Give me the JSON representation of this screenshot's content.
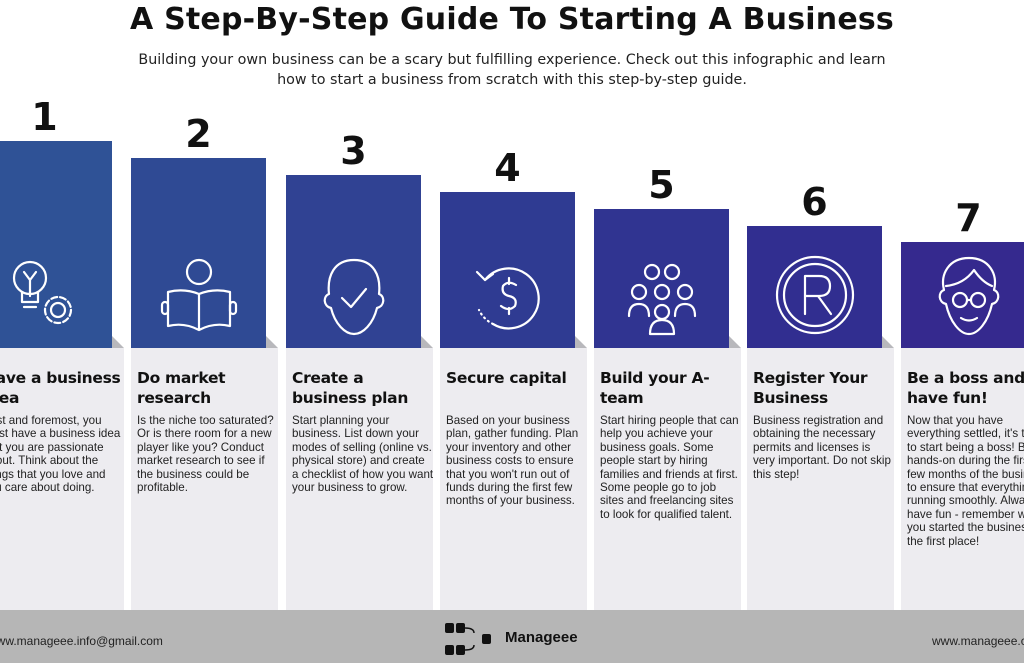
{
  "title": "A Step-By-Step Guide To Starting A Business",
  "subtitle": "Building your own business can be a scary but fulfilling experience. Check out this infographic and learn how to start a business from scratch with this step-by-step guide.",
  "steps": [
    {
      "number": "1",
      "heading": "Have a business idea",
      "body": "First and foremost, you must have a business idea that you are passionate about. Think about the things that you love and you care about doing.",
      "icon": "lightbulb-gear-icon",
      "color": "#2f5296"
    },
    {
      "number": "2",
      "heading": "Do market research",
      "body": "Is the niche too saturated? Or is there room for a new player like you? Conduct market research to see if the business could be profitable.",
      "icon": "reading-person-icon",
      "color": "#2f4a94"
    },
    {
      "number": "3",
      "heading": "Create a business plan",
      "body": "Start planning your business. List down your modes of selling (online vs. physical store) and create a checklist of how you want your business to grow.",
      "icon": "head-check-icon",
      "color": "#304293"
    },
    {
      "number": "4",
      "heading": "Secure capital",
      "body": "Based on your business plan, gather funding. Plan your inventory and other business costs to ensure that you won't run out of funds during the first few months of your business.",
      "icon": "dollar-cycle-icon",
      "color": "#2f3b92"
    },
    {
      "number": "5",
      "heading": "Build your A-team",
      "body": "Start hiring people that can help you achieve your business goals. Some people start by hiring families and friends at first. Some people go to job sites and freelancing sites to look for qualified talent.",
      "icon": "team-icon",
      "color": "#303491"
    },
    {
      "number": "6",
      "heading": "Register Your Business",
      "body": "Business registration and obtaining the necessary permits and licenses is very important. Do not skip this step!",
      "icon": "registered-icon",
      "color": "#312e90"
    },
    {
      "number": "7",
      "heading": "Be a boss and have fun!",
      "body": "Now that you have everything settled, it's time to start being a boss! Be hands-on during the first few months of the business to ensure that everything is running smoothly. Always have fun - remember why you started the business in the first place!",
      "icon": "boss-face-icon",
      "color": "#35298e"
    }
  ],
  "footer": {
    "email": "www.manageee.info@gmail.com",
    "brand": "Manageee",
    "website": "www.manageee.com"
  }
}
